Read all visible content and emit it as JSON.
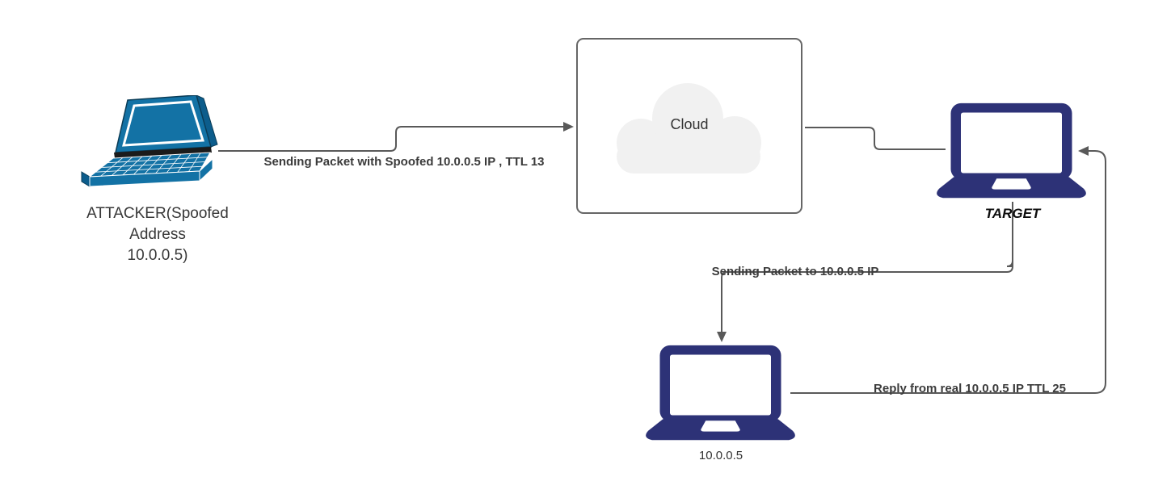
{
  "diagram": {
    "type": "network-attack-flow",
    "colors": {
      "connector": "#595959",
      "cloud_fill": "#f1f1f1",
      "cloud_border": "#666666",
      "laptop_navy": "#2d3277",
      "laptop_teal": "#1372a5",
      "laptop_teal_dark": "#0c5d8c",
      "label_dark": "#3b3b3b"
    },
    "nodes": {
      "attacker": {
        "icon": "laptop-perspective-icon",
        "label_lines": [
          "ATTACKER(Spoofed",
          "Address",
          "10.0.0.5)"
        ]
      },
      "cloud": {
        "icon": "cloud-icon",
        "label": "Cloud"
      },
      "target": {
        "icon": "laptop-icon",
        "label": "TARGET"
      },
      "real_host": {
        "icon": "laptop-icon",
        "label": "10.0.0.5"
      }
    },
    "edges": [
      {
        "id": "attacker-to-cloud",
        "label": "Sending Packet with Spoofed 10.0.0.5 IP , TTL 13",
        "arrowhead": "right"
      },
      {
        "id": "cloud-to-target",
        "label": "",
        "arrowhead": "none"
      },
      {
        "id": "target-to-real-host",
        "label": "Sending Packet to 10.0.0.5 IP",
        "arrowhead": "down"
      },
      {
        "id": "real-host-to-target",
        "label": "Reply from real 10.0.0.5 IP TTL 25",
        "arrowhead": "left"
      }
    ]
  }
}
